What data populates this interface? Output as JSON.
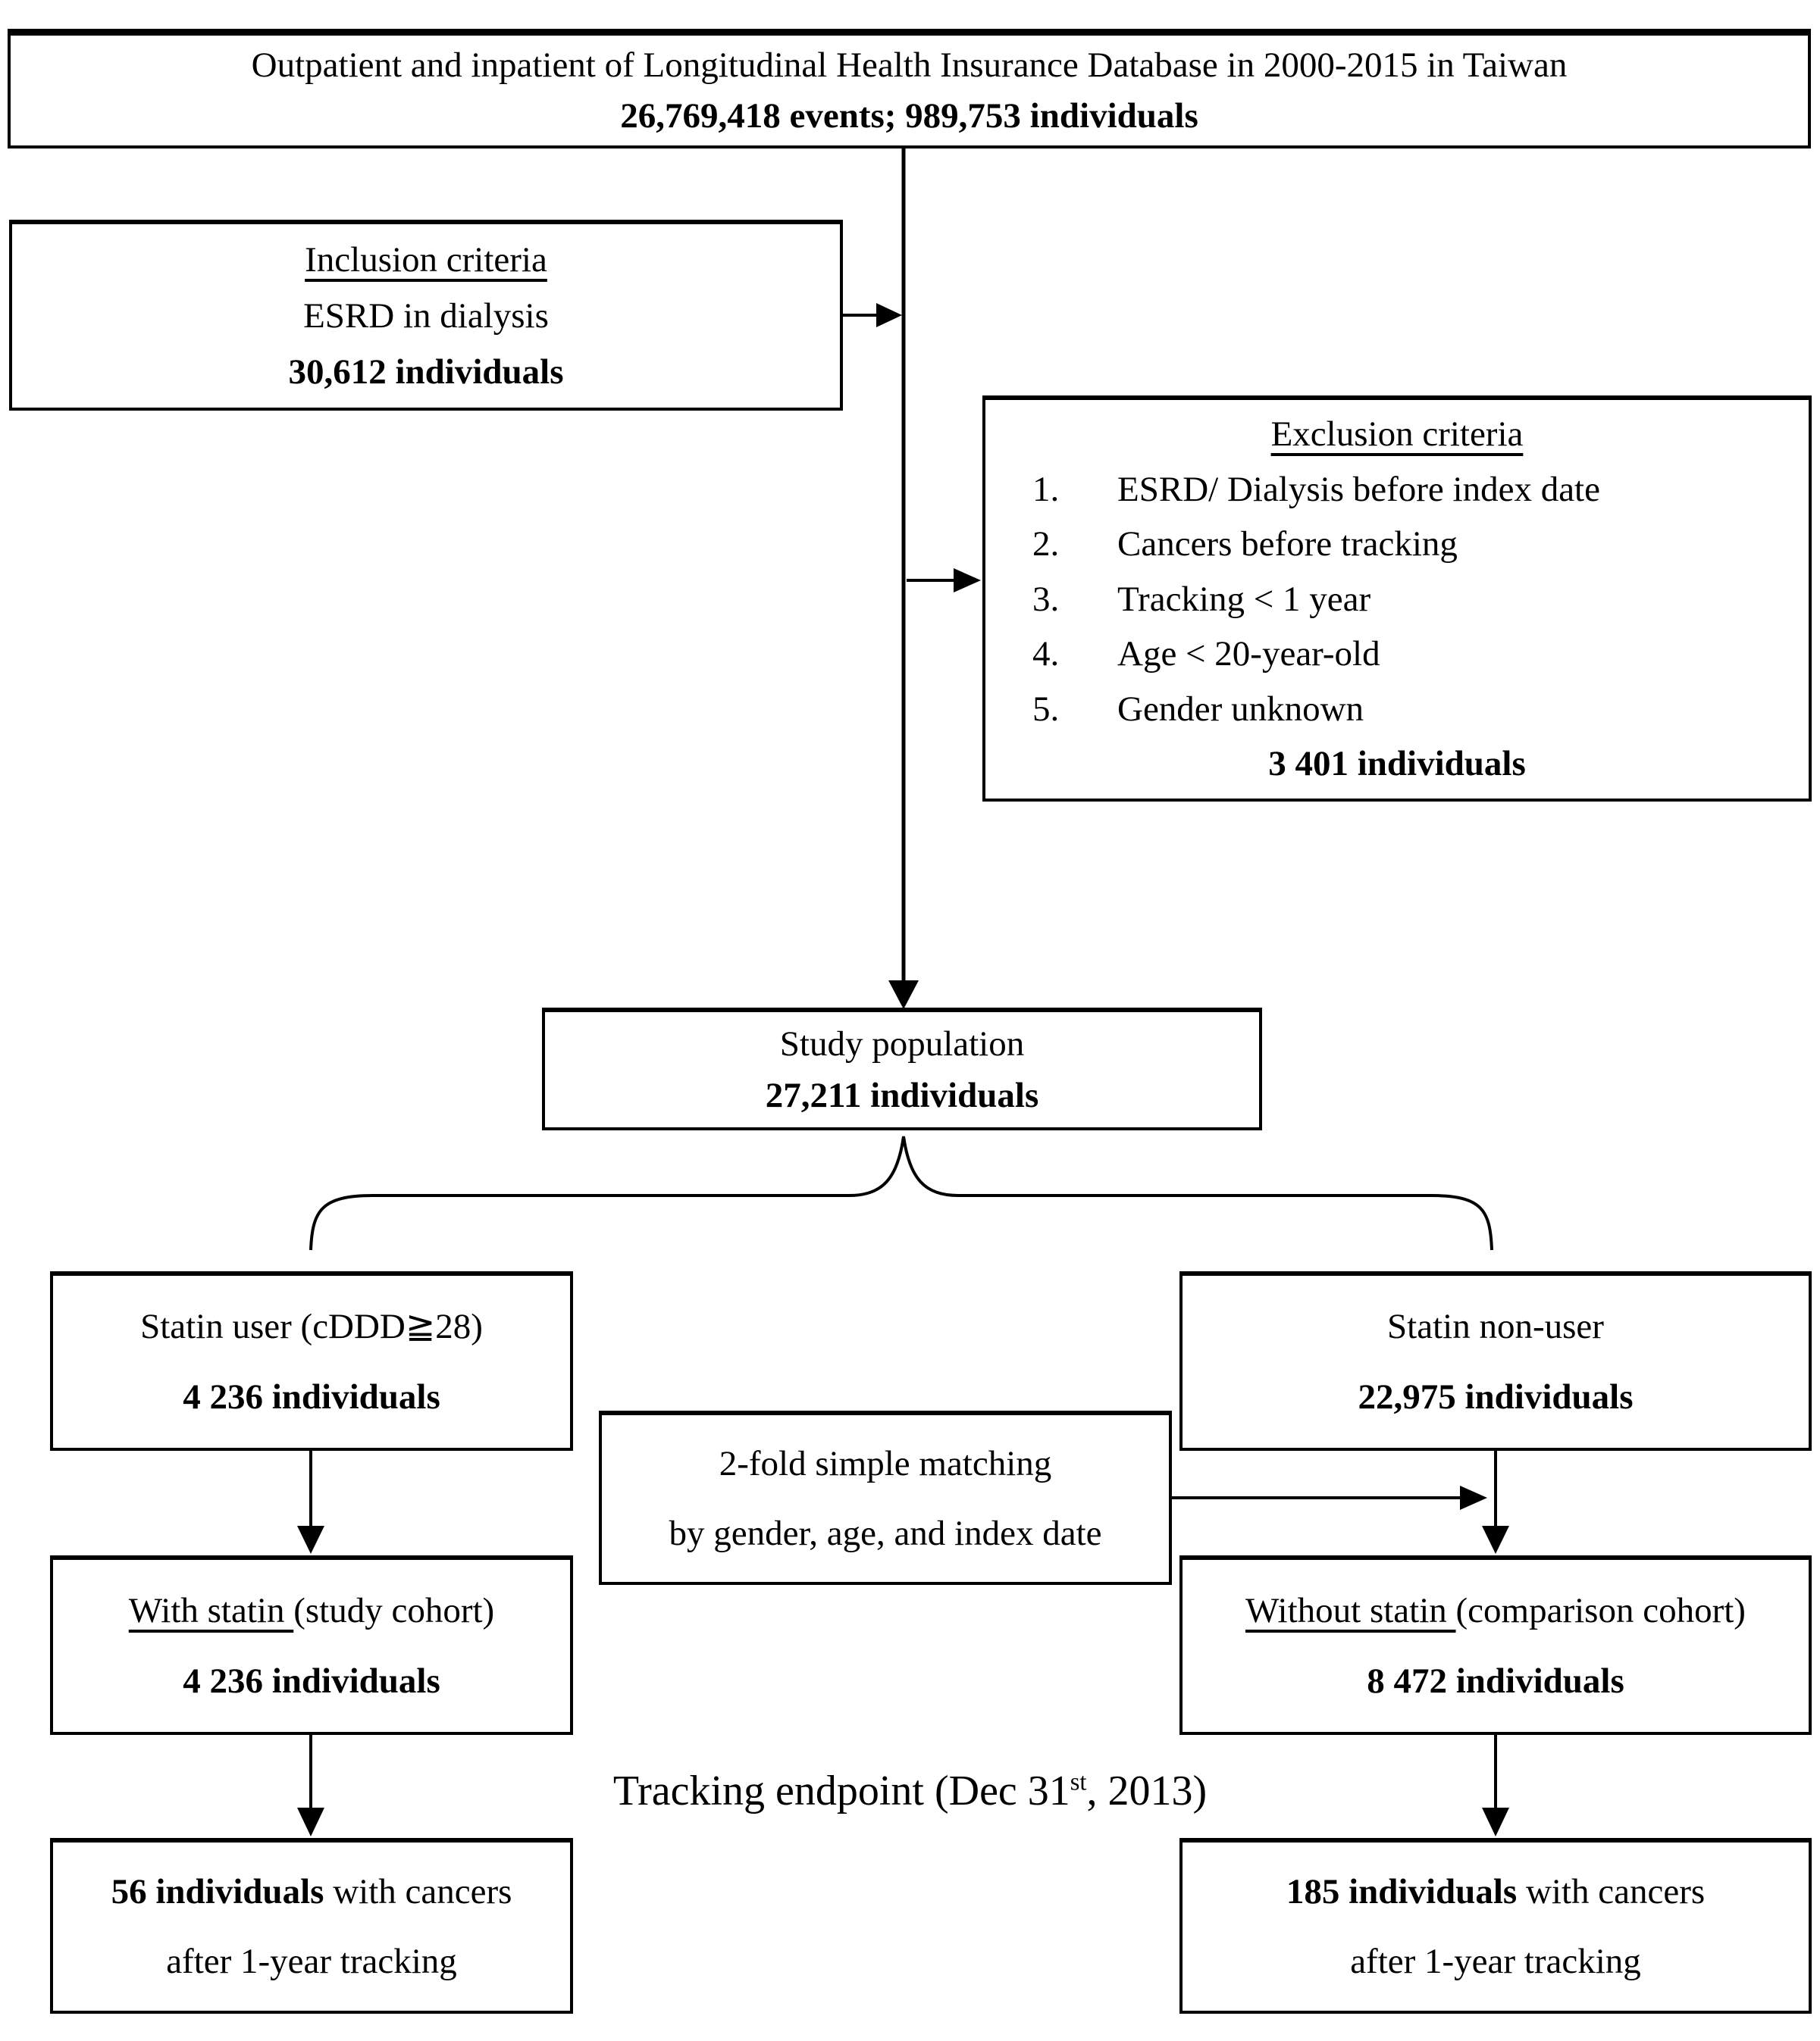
{
  "flow": {
    "source": {
      "line1": "Outpatient and inpatient of Longitudinal Health Insurance Database in 2000-2015 in Taiwan",
      "stats": "26,769,418 events; 989,753 individuals"
    },
    "inclusion": {
      "title": "Inclusion criteria",
      "criteria": "ESRD in dialysis",
      "count": "30,612 individuals"
    },
    "exclusion": {
      "title": "Exclusion criteria",
      "items": [
        {
          "num": "1.",
          "text": "ESRD/ Dialysis before index date"
        },
        {
          "num": "2.",
          "text": "Cancers before tracking"
        },
        {
          "num": "3.",
          "text": "Tracking < 1 year"
        },
        {
          "num": "4.",
          "text": "Age < 20-year-old"
        },
        {
          "num": "5.",
          "text": "Gender unknown"
        }
      ],
      "count": "3 401 individuals"
    },
    "study": {
      "label": "Study population",
      "count": "27,211 individuals"
    },
    "statin_user": {
      "label": "Statin user (cDDD≧28)",
      "count": "4 236 individuals"
    },
    "statin_nonuser": {
      "label": "Statin non-user",
      "count": "22,975 individuals"
    },
    "matching": {
      "line1": "2-fold simple matching",
      "line2": "by gender, age, and index date"
    },
    "with_statin": {
      "underlined": "With statin ",
      "rest": "(study cohort)",
      "count": "4 236 individuals"
    },
    "without_statin": {
      "underlined": "Without statin ",
      "rest": "(comparison cohort)",
      "count": "8 472 individuals"
    },
    "tracking_endpoint": {
      "pre": "Tracking endpoint (Dec 31",
      "sup": "st",
      "post": ", 2013)"
    },
    "cancer_left": {
      "count": "56 individuals",
      "rest": " with cancers",
      "line2": "after 1-year tracking"
    },
    "cancer_right": {
      "count": "185 individuals",
      "rest": " with cancers",
      "line2": "after 1-year tracking"
    }
  },
  "colors": {
    "ink": "#000000",
    "paper": "#ffffff"
  }
}
